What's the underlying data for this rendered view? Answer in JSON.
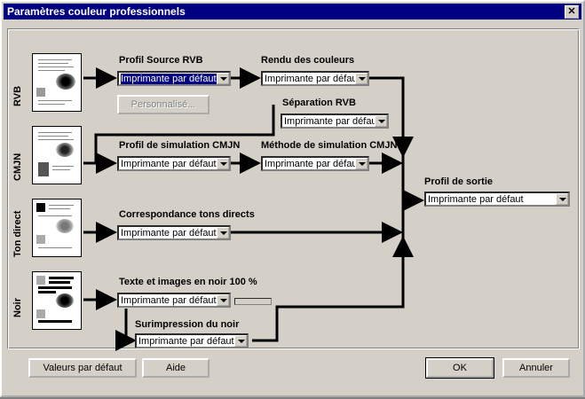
{
  "window": {
    "title": "Paramètres couleur professionnels",
    "close": "✕"
  },
  "sections": {
    "rvb": "RVB",
    "cmjn": "CMJN",
    "ton_direct": "Ton direct",
    "noir": "Noir"
  },
  "labels": {
    "profil_source": "Profil Source RVB",
    "rendu": "Rendu des couleurs",
    "separation": "Séparation RVB",
    "profil_simulation": "Profil de simulation CMJN",
    "methode_simulation": "Méthode de simulation CMJN",
    "correspondance": "Correspondance tons directs",
    "texte_noir": "Texte et images en noir 100 %",
    "surimpression": "Surimpression du noir",
    "profil_sortie": "Profil de sortie"
  },
  "selects": {
    "profil_source": "Imprimante par défaut",
    "rendu": "Imprimante par défau",
    "separation": "Imprimante par défau",
    "profil_simulation": "Imprimante par défaut",
    "methode_simulation": "Imprimante par défaut",
    "correspondance": "Imprimante par défaut",
    "texte_noir": "Imprimante par défaut",
    "surimpression": "Imprimante par défaut",
    "profil_sortie": "Imprimante par défaut"
  },
  "buttons": {
    "personnalise": "Personnalisé...",
    "defaults": "Valeurs par défaut",
    "aide": "Aide",
    "ok": "OK",
    "annuler": "Annuler"
  }
}
